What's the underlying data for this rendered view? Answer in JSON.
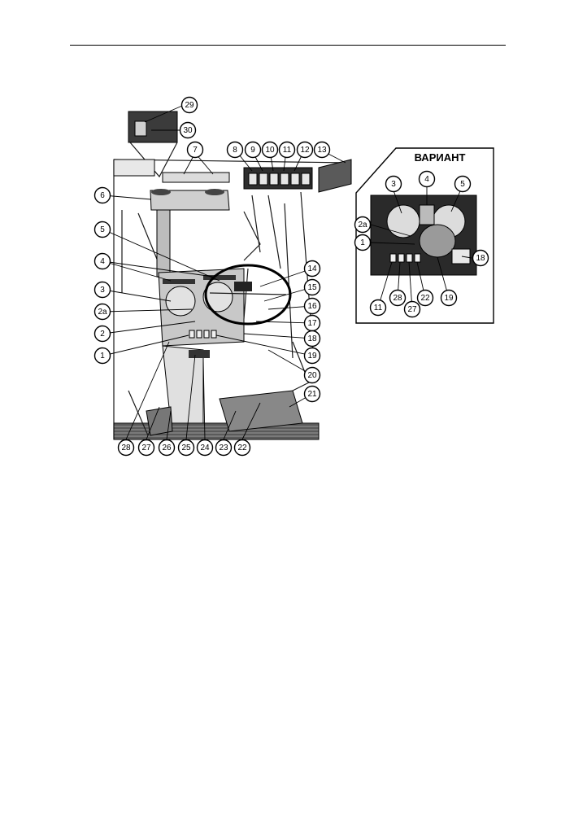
{
  "variant_label": "ВАРИАНТ",
  "main_callouts": [
    "29",
    "30",
    "7",
    "8",
    "9",
    "10",
    "11",
    "12",
    "13",
    "6",
    "5",
    "4",
    "3",
    "2a",
    "2",
    "1",
    "14",
    "15",
    "16",
    "17",
    "18",
    "19",
    "20",
    "21",
    "28",
    "27",
    "26",
    "25",
    "24",
    "23",
    "22"
  ],
  "variant_callouts": [
    "3",
    "4",
    "5",
    "2a",
    "1",
    "18",
    "11",
    "28",
    "27",
    "22",
    "19"
  ]
}
